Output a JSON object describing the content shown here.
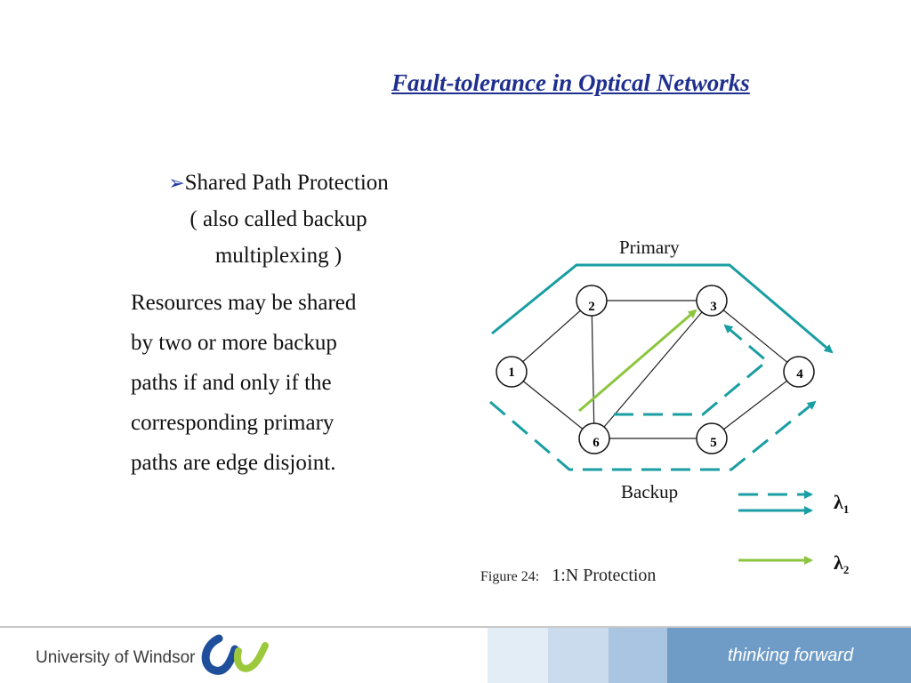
{
  "slide": {
    "title": "Fault-tolerance in Optical Networks",
    "bullet_marker": "➢",
    "bullet_lines": [
      "Shared Path Protection",
      "( also called backup",
      "multiplexing )"
    ],
    "body_lines": [
      "Resources may be shared",
      "by two or more backup",
      "paths if  and only if  the",
      "corresponding primary",
      "paths are edge disjoint."
    ]
  },
  "diagram": {
    "primary_label": "Primary",
    "backup_label": "Backup",
    "nodes": [
      {
        "id": "1",
        "label": "1"
      },
      {
        "id": "2",
        "label": "2"
      },
      {
        "id": "3",
        "label": "3"
      },
      {
        "id": "4",
        "label": "4"
      },
      {
        "id": "5",
        "label": "5"
      },
      {
        "id": "6",
        "label": "6"
      }
    ],
    "links": [
      [
        "1",
        "2"
      ],
      [
        "2",
        "3"
      ],
      [
        "3",
        "4"
      ],
      [
        "4",
        "5"
      ],
      [
        "5",
        "6"
      ],
      [
        "6",
        "1"
      ],
      [
        "2",
        "6"
      ],
      [
        "3",
        "6"
      ]
    ],
    "legend": [
      {
        "symbol": "λ",
        "subscript": "1",
        "style": "dashed + solid",
        "color": "#1a9ea3"
      },
      {
        "symbol": "λ",
        "subscript": "2",
        "style": "solid",
        "color": "#8cc63f"
      }
    ],
    "caption_figure": "Figure 24:",
    "caption_text": "1:N Protection"
  },
  "footer": {
    "university": "University of Windsor",
    "tagline": "thinking forward"
  },
  "colors": {
    "title": "#1f2f8f",
    "teal": "#1a9ea3",
    "green": "#8cc63f",
    "footer_band": "#6f9cc6",
    "logo_blue": "#1f4e9a",
    "logo_green": "#9cc93c"
  }
}
